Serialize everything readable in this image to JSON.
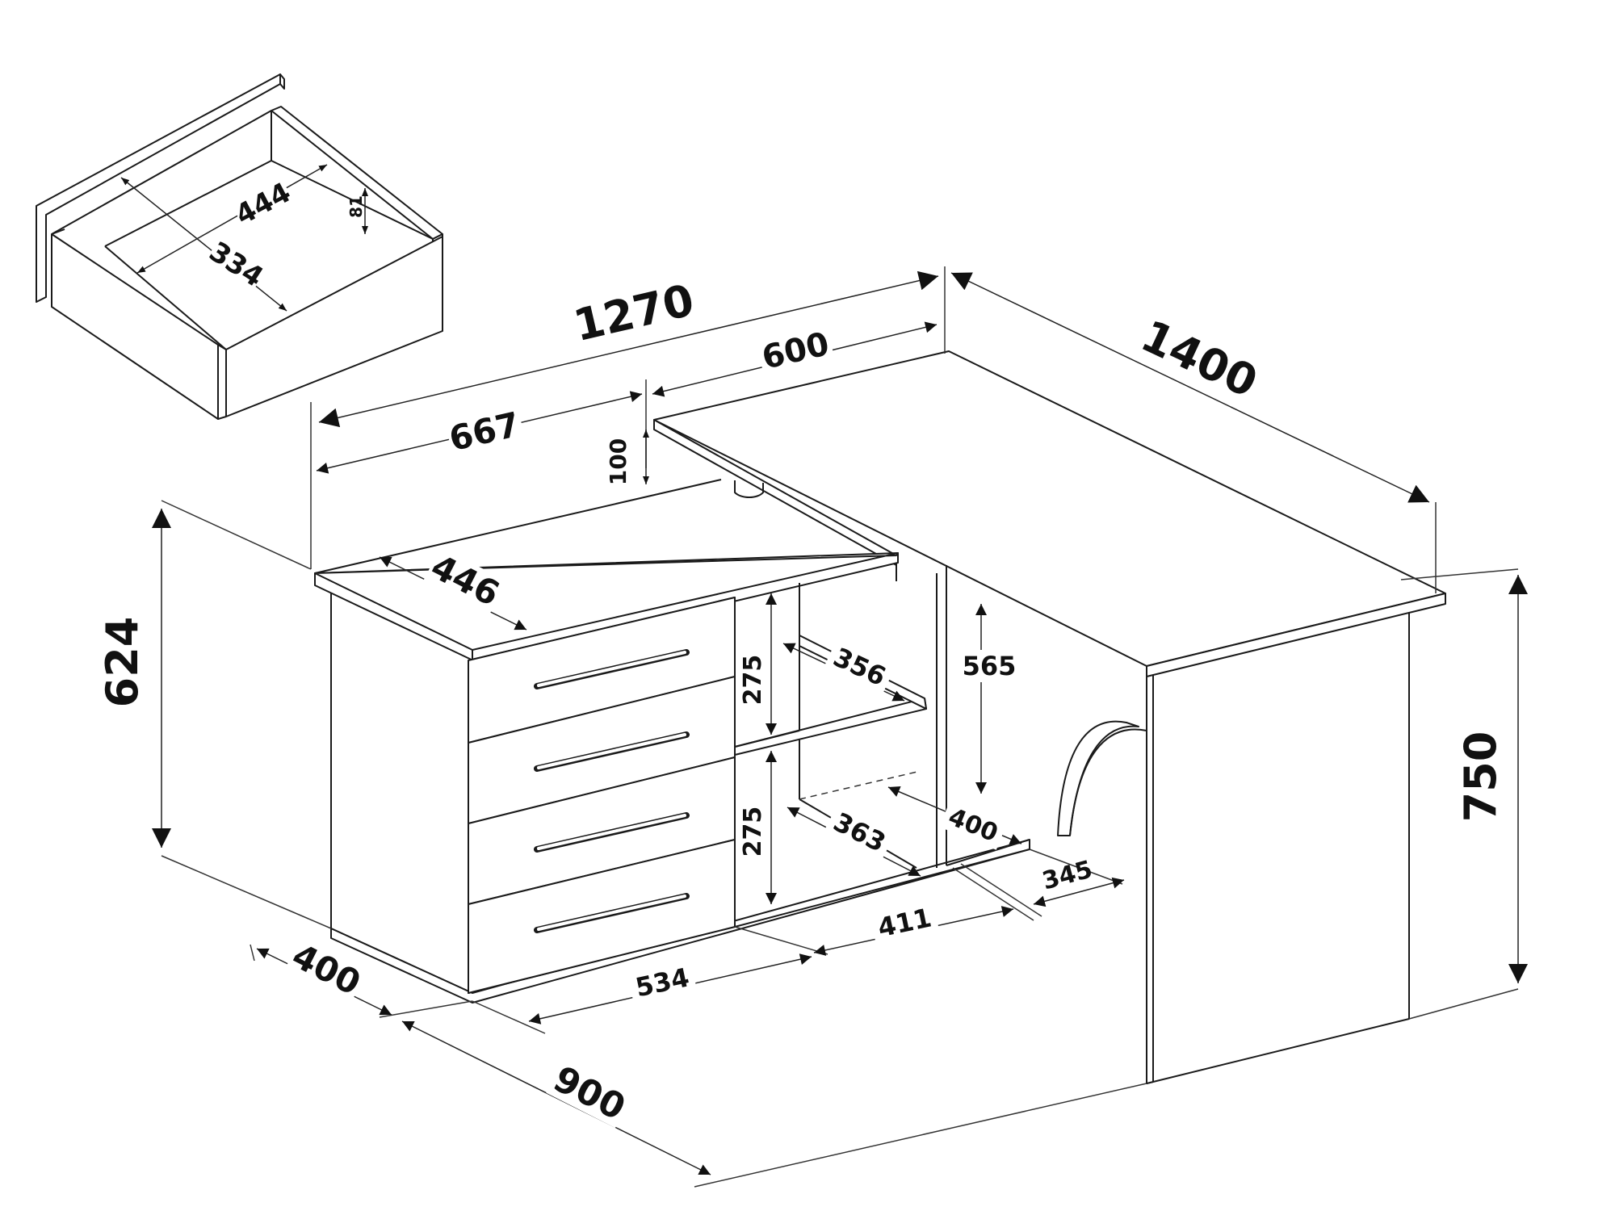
{
  "dimensions": {
    "drawer_width": "444",
    "drawer_depth": "334",
    "drawer_height": "81",
    "total_length": "1270",
    "top_length": "600",
    "side_length": "1400",
    "cabinet_length": "667",
    "top_step": "100",
    "cabinet_depth_top": "446",
    "cabinet_height": "624",
    "desk_height": "750",
    "shelf_upper_height": "275",
    "shelf_lower_height": "275",
    "shelf_upper_depth": "356",
    "shelf_lower_depth": "363",
    "knee_height": "565",
    "knee_depth": "400",
    "panel_gap": "345",
    "base_middle": "411",
    "base_front": "534",
    "base_depth": "400",
    "overall_depth": "900"
  }
}
